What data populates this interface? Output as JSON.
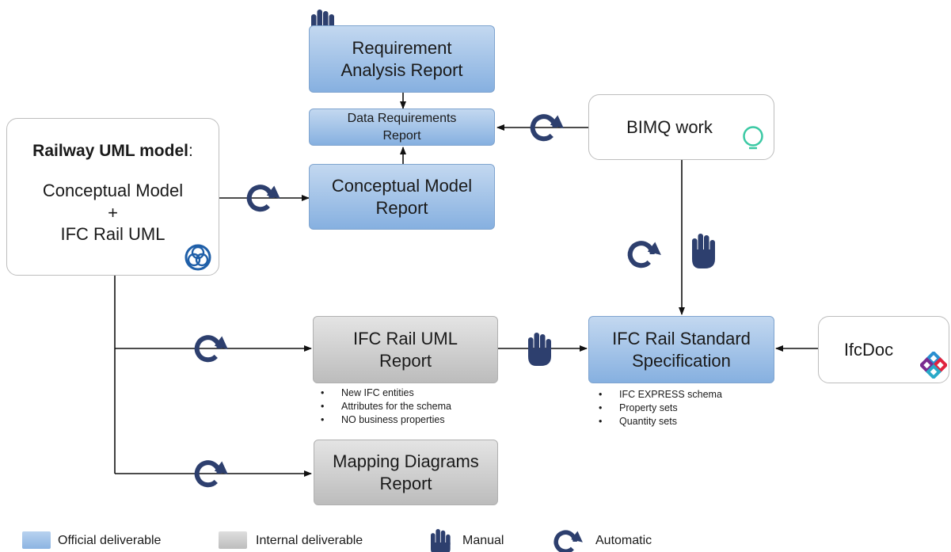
{
  "colors": {
    "official": "#9dc0e8",
    "internal": "#c8c8c8",
    "icon": "#2d3f6e",
    "bimq": "#3cc9a4"
  },
  "icons": {
    "manual": "hand-icon",
    "automatic": "circular-arrow-icon"
  },
  "boxes": {
    "requirement_analysis": {
      "line1": "Requirement",
      "line2": "Analysis Report"
    },
    "data_requirements": {
      "line1": "Data Requirements",
      "line2": "Report"
    },
    "conceptual_model_report": {
      "line1": "Conceptual Model",
      "line2": "Report"
    },
    "bimq": {
      "label": "BIMQ work"
    },
    "railway": {
      "title": "Railway UML model",
      "title_suffix": ":",
      "line1": "Conceptual Model",
      "line2": "+",
      "line3": "IFC Rail UML"
    },
    "ifc_rail_uml_report": {
      "line1": "IFC Rail UML",
      "line2": "Report",
      "bullets": [
        "New IFC entities",
        "Attributes for the schema",
        "NO business properties"
      ]
    },
    "ifc_rail_standard": {
      "line1": "IFC Rail Standard",
      "line2": "Specification",
      "bullets": [
        "IFC EXPRESS schema",
        "Property sets",
        "Quantity sets"
      ]
    },
    "ifcdoc": {
      "label": "IfcDoc"
    },
    "mapping": {
      "line1": "Mapping Diagrams",
      "line2": "Report"
    }
  },
  "legend": {
    "official": "Official deliverable",
    "internal": "Internal deliverable",
    "manual": "Manual",
    "automatic": "Automatic"
  }
}
